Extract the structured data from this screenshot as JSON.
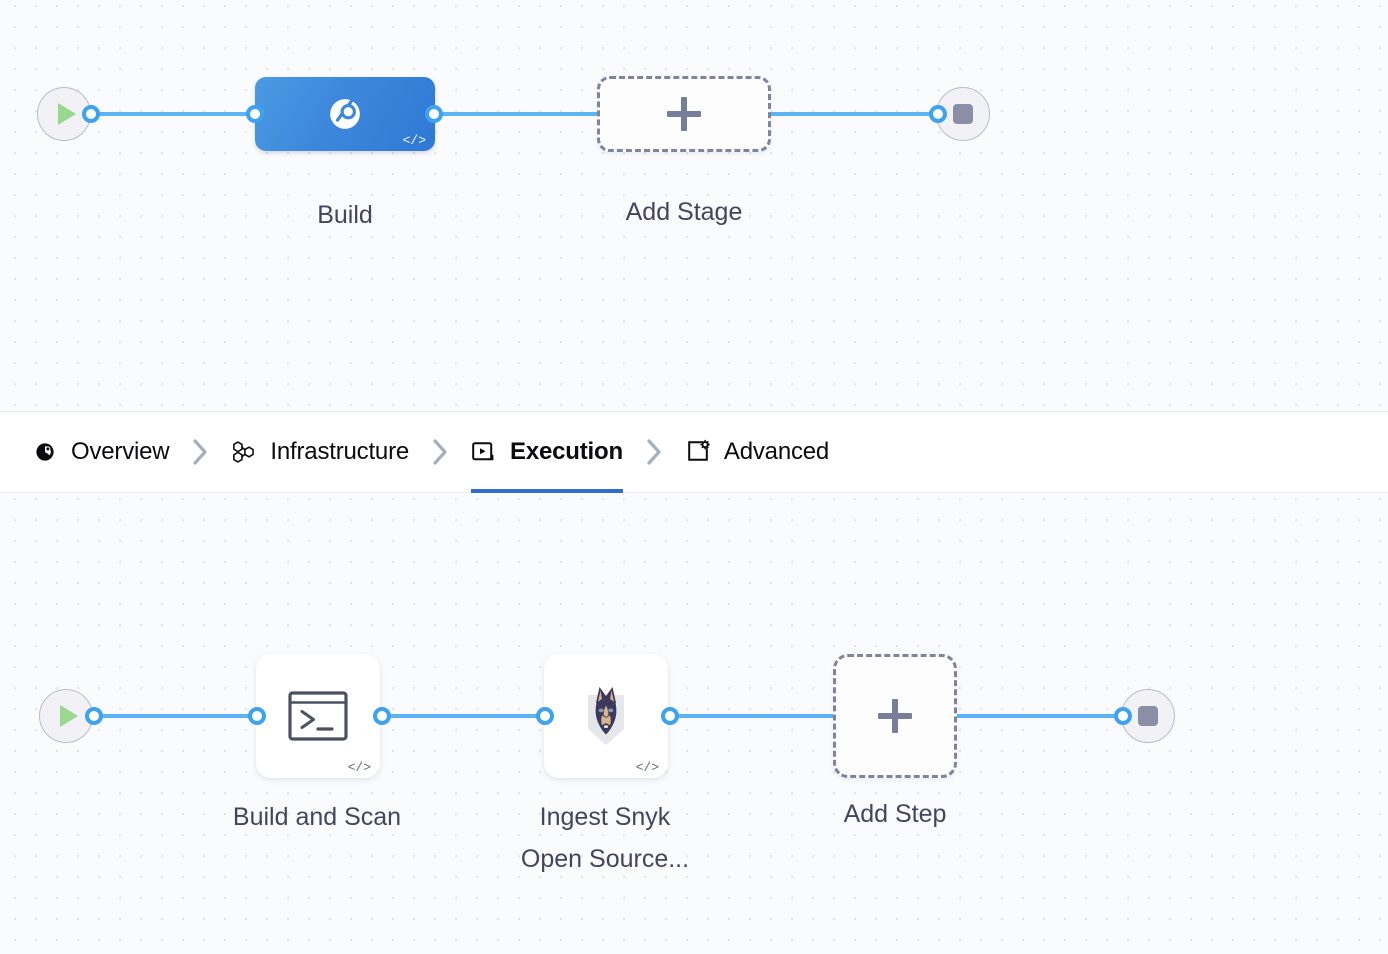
{
  "canvas": {
    "background_color": "#fafbfd",
    "dot_color": "#e3e5ec"
  },
  "theme": {
    "accent_blue": "#3ea2f0",
    "wire_blue": "#5db4f5",
    "stage_blue": "#3d87db",
    "active_tab_underline": "#2f6ec9",
    "label_color": "#42465c",
    "dashed_border": "#7e84a0",
    "terminal_fill": "#f1f1f6",
    "play_green": "#9ad890",
    "stop_gray": "#8b8fa6"
  },
  "stage_pipeline": {
    "start_node": {
      "icon": "play-icon",
      "name": "pipeline-start"
    },
    "end_node": {
      "icon": "stop-icon",
      "name": "pipeline-end"
    },
    "stages": [
      {
        "label": "Build",
        "icon": "harness-ci-build-icon",
        "badge": "</>",
        "selected": true
      }
    ],
    "add_stage": {
      "label": "Add Stage",
      "icon": "plus-icon"
    }
  },
  "tabs": {
    "items": [
      {
        "label": "Overview",
        "icon": "overview-pie-icon",
        "active": false
      },
      {
        "label": "Infrastructure",
        "icon": "hexagon-nodes-icon",
        "active": false
      },
      {
        "label": "Execution",
        "icon": "play-in-box-icon",
        "active": true
      },
      {
        "label": "Advanced",
        "icon": "gear-card-icon",
        "active": false
      }
    ],
    "separator_icon": "chevron-right-icon"
  },
  "step_pipeline": {
    "start_node": {
      "icon": "play-icon",
      "name": "execution-start"
    },
    "end_node": {
      "icon": "stop-icon",
      "name": "execution-end"
    },
    "steps": [
      {
        "label": "Build and Scan",
        "icon": "terminal-icon",
        "badge": "</>"
      },
      {
        "label": "Ingest Snyk\nOpen Source...",
        "icon": "snyk-dog-icon",
        "badge": "</>"
      }
    ],
    "add_step": {
      "label": "Add Step",
      "icon": "plus-icon"
    }
  }
}
